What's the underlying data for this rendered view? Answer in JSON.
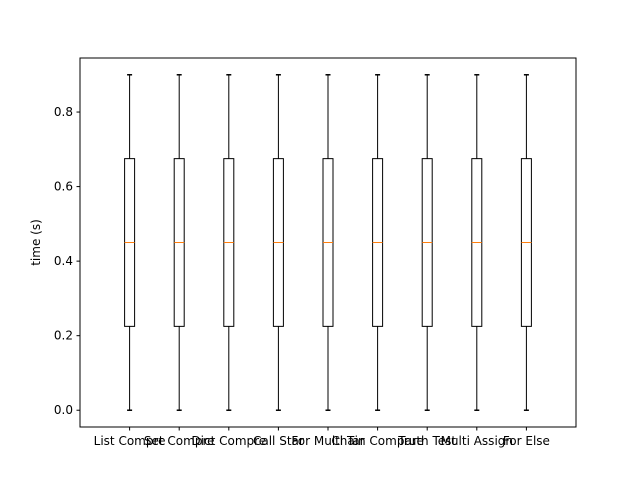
{
  "chart_data": {
    "type": "box",
    "title": "",
    "xlabel": "",
    "ylabel": "time (s)",
    "ylim": [
      -0.045,
      0.945
    ],
    "yticks": [
      0.0,
      0.2,
      0.4,
      0.6,
      0.8
    ],
    "ytick_labels": [
      "0.0",
      "0.2",
      "0.4",
      "0.6",
      "0.8"
    ],
    "grid": false,
    "colors": {
      "box": "#000000",
      "median": "#ff7f0e"
    },
    "categories": [
      "List Compre",
      "Set Compre",
      "Dict Compre",
      "Call Star",
      "For Multi Tar",
      "Chain Compare",
      "Truth Test",
      "Multi Assign",
      "For Else"
    ],
    "boxes": [
      {
        "min": 0.0,
        "q1": 0.225,
        "median": 0.45,
        "q3": 0.675,
        "max": 0.9
      },
      {
        "min": 0.0,
        "q1": 0.225,
        "median": 0.45,
        "q3": 0.675,
        "max": 0.9
      },
      {
        "min": 0.0,
        "q1": 0.225,
        "median": 0.45,
        "q3": 0.675,
        "max": 0.9
      },
      {
        "min": 0.0,
        "q1": 0.225,
        "median": 0.45,
        "q3": 0.675,
        "max": 0.9
      },
      {
        "min": 0.0,
        "q1": 0.225,
        "median": 0.45,
        "q3": 0.675,
        "max": 0.9
      },
      {
        "min": 0.0,
        "q1": 0.225,
        "median": 0.45,
        "q3": 0.675,
        "max": 0.9
      },
      {
        "min": 0.0,
        "q1": 0.225,
        "median": 0.45,
        "q3": 0.675,
        "max": 0.9
      },
      {
        "min": 0.0,
        "q1": 0.225,
        "median": 0.45,
        "q3": 0.675,
        "max": 0.9
      },
      {
        "min": 0.0,
        "q1": 0.225,
        "median": 0.45,
        "q3": 0.675,
        "max": 0.9
      }
    ]
  }
}
